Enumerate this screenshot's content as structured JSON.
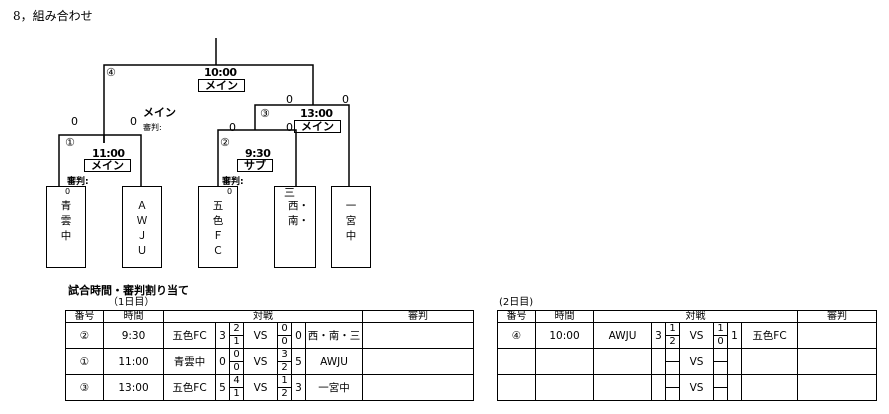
{
  "heading": "8，組み合わせ",
  "bracket": {
    "top": {
      "no": "④",
      "time": "10:00",
      "court": "メイン"
    },
    "left": {
      "no": "①",
      "time": "11:00",
      "court": "メイン",
      "referee_label": "審判:"
    },
    "mid": {
      "no": "②",
      "time": "9:30",
      "court": "サブ",
      "referee_label": "審判:"
    },
    "right": {
      "no": "③",
      "time": "13:00",
      "court": "メイン"
    },
    "note": {
      "court": "メイン",
      "referee_label": "審判:"
    },
    "scores": [
      "0",
      "0",
      "0",
      "0",
      "0",
      "0",
      "0",
      "0"
    ],
    "side_mark": "三",
    "teams": [
      "青雲中",
      "ＡＷＪＵ",
      "五色ＦＣ",
      "西・南・",
      "一宮中"
    ]
  },
  "schedule_title": "試合時間・審判割り当て",
  "day1": {
    "label": "（1日目）",
    "headers": {
      "no": "番号",
      "time": "時間",
      "match": "対戦",
      "ref": "審判"
    },
    "rows": [
      {
        "no": "②",
        "time": "9:30",
        "home": "五色FC",
        "hs": "3",
        "h1": "2",
        "h2": "1",
        "vs": "VS",
        "a1": "0",
        "a2": "0",
        "as": "0",
        "away": "西・南・三",
        "ref": ""
      },
      {
        "no": "①",
        "time": "11:00",
        "home": "青雲中",
        "hs": "0",
        "h1": "0",
        "h2": "0",
        "vs": "VS",
        "a1": "3",
        "a2": "2",
        "as": "5",
        "away": "AWJU",
        "ref": ""
      },
      {
        "no": "③",
        "time": "13:00",
        "home": "五色FC",
        "hs": "5",
        "h1": "4",
        "h2": "1",
        "vs": "VS",
        "a1": "1",
        "a2": "2",
        "as": "3",
        "away": "一宮中",
        "ref": ""
      }
    ]
  },
  "day2": {
    "label": "(2日目)",
    "headers": {
      "no": "番号",
      "time": "時間",
      "match": "対戦",
      "ref": "審判"
    },
    "rows": [
      {
        "no": "④",
        "time": "10:00",
        "home": "AWJU",
        "hs": "3",
        "h1": "1",
        "h2": "2",
        "vs": "VS",
        "a1": "1",
        "a2": "0",
        "as": "1",
        "away": "五色FC",
        "ref": ""
      },
      {
        "no": "",
        "time": "",
        "home": "",
        "hs": "",
        "h1": "",
        "h2": "",
        "vs": "VS",
        "a1": "",
        "a2": "",
        "as": "",
        "away": "",
        "ref": ""
      },
      {
        "no": "",
        "time": "",
        "home": "",
        "hs": "",
        "h1": "",
        "h2": "",
        "vs": "VS",
        "a1": "",
        "a2": "",
        "as": "",
        "away": "",
        "ref": ""
      }
    ]
  }
}
